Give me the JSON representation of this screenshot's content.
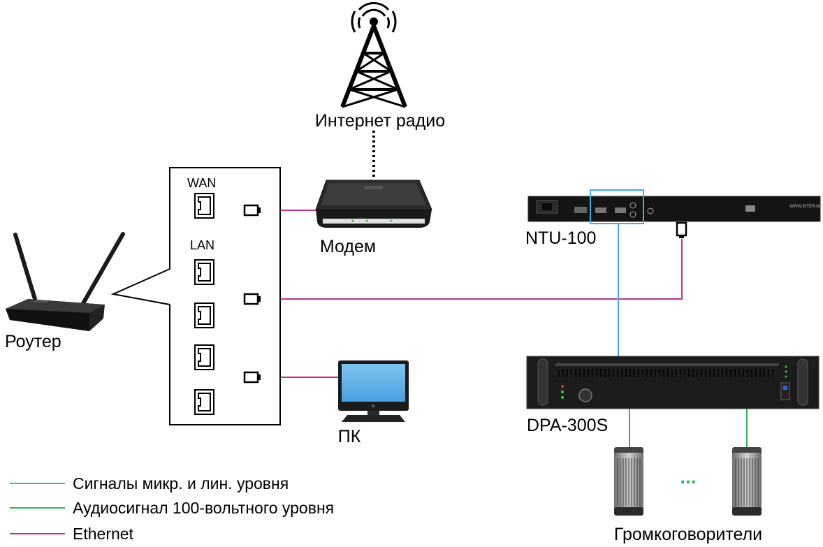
{
  "labels": {
    "internet_radio": "Интернет радио",
    "modem": "Модем",
    "router": "Роутер",
    "pc": "ПК",
    "ntu": "NTU-100",
    "dpa": "DPA-300S",
    "speakers": "Громкоговорители",
    "ellipsis": "...",
    "wan": "WAN",
    "lan": "LAN"
  },
  "legend": [
    {
      "label": "Сигналы микр. и лин. уровня",
      "color": "#3aaee6"
    },
    {
      "label": "Аудиосигнал 100-вольтного уровня",
      "color": "#2fb35a"
    },
    {
      "label": "Ethernet",
      "color": "#c2308c"
    }
  ],
  "colors": {
    "mic_line": "#3aaee6",
    "speaker_line": "#2fb35a",
    "ethernet": "#c2308c"
  }
}
